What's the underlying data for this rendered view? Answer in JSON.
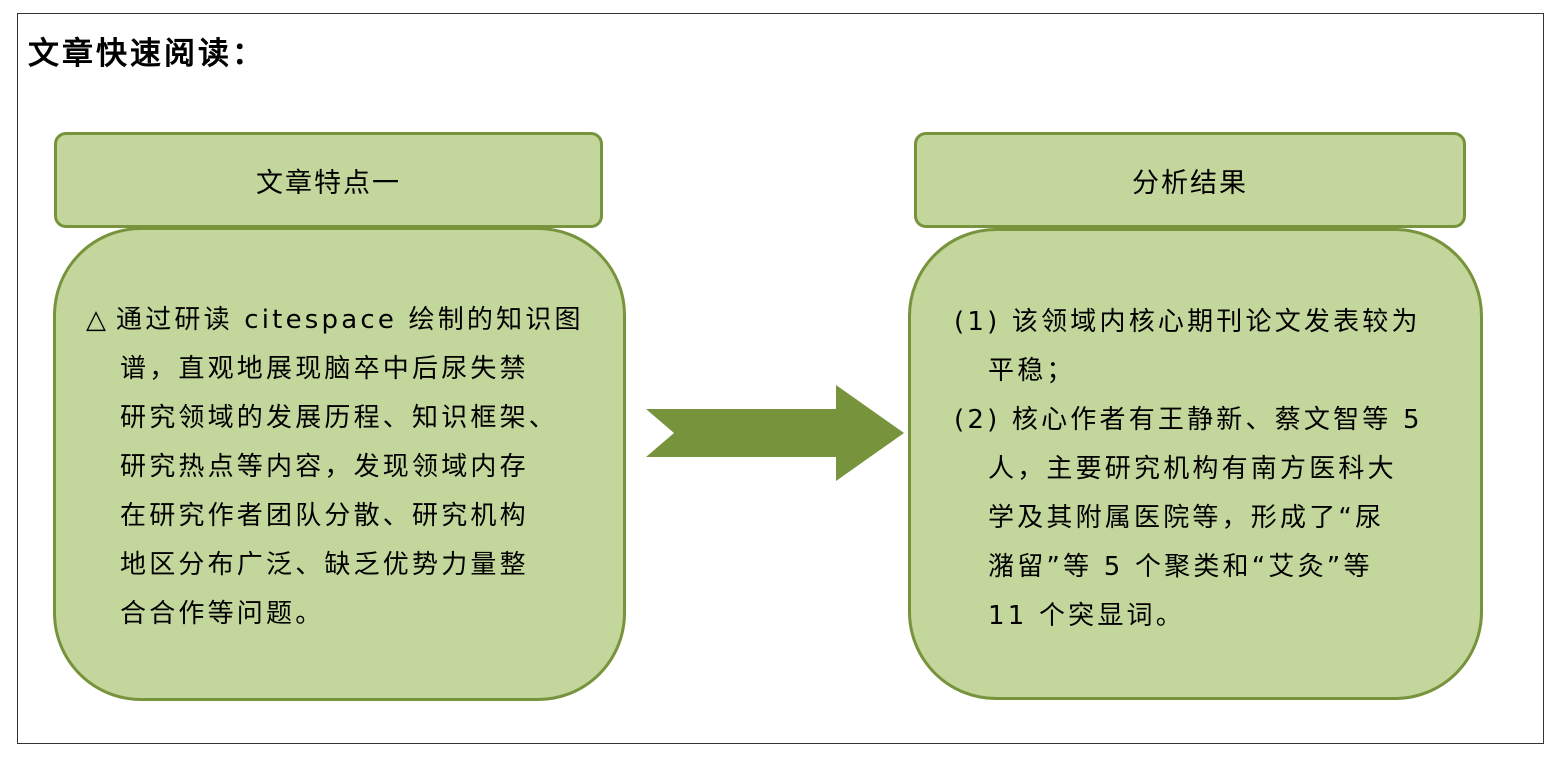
{
  "title": "文章快速阅读：",
  "left_panel": {
    "header": "文章特点一",
    "bullet_symbol": "△",
    "lines": [
      "通过研读 citespace 绘制的知识图",
      "谱，直观地展现脑卒中后尿失禁",
      "研究领域的发展历程、知识框架、",
      "研究热点等内容，发现领域内存",
      "在研究作者团队分散、研究机构",
      "地区分布广泛、缺乏优势力量整",
      "合合作等问题。"
    ]
  },
  "right_panel": {
    "header": "分析结果",
    "lines": [
      "(1) 该领域内核心期刊论文发表较为",
      "平稳；",
      "(2) 核心作者有王静新、蔡文智等 5",
      "人，主要研究机构有南方医科大",
      "学及其附属医院等，形成了“尿",
      "潴留”等 5 个聚类和“艾灸”等",
      "11 个突显词。"
    ]
  },
  "colors": {
    "box_fill": "#c3d69b",
    "box_border": "#77933c",
    "arrow": "#77933c"
  }
}
